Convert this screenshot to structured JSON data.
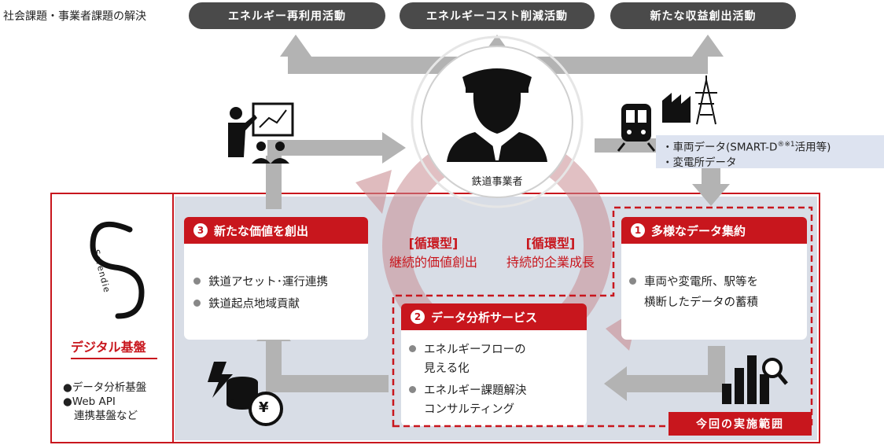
{
  "top": {
    "label": "社会課題・事業者課題の解決",
    "pills": [
      "エネルギー再利用活動",
      "エネルギーコスト削減活動",
      "新たな収益創出活動"
    ]
  },
  "operator": {
    "label": "鉄道事業者"
  },
  "data_sources": {
    "line1": "・車両データ(SMART-D",
    "sup": "®※1",
    "line1_end": "活用等)",
    "line2": "・変電所データ"
  },
  "platform": {
    "logo_text": "Serendie",
    "title": "デジタル基盤",
    "items": [
      "●データ分析基盤",
      "●Web API",
      "連携基盤など"
    ]
  },
  "cycle": {
    "tag1": "[循環型]",
    "text1": "継続的価値創出",
    "tag2": "[循環型]",
    "text2": "持続的企業成長"
  },
  "box1": {
    "num": "1",
    "title": "多様なデータ集約",
    "lines": [
      "車両や変電所、駅等を",
      "横断したデータの蓄積"
    ]
  },
  "box2": {
    "num": "2",
    "title": "データ分析サービス",
    "items": [
      "エネルギーフローの",
      "見える化",
      "エネルギー課題解決",
      "コンサルティング"
    ]
  },
  "box3": {
    "num": "3",
    "title": "新たな価値を創出",
    "items": [
      "鉄道アセット･運行連携",
      "鉄道起点地域貢献"
    ]
  },
  "scope": {
    "label": "今回の実施範囲"
  },
  "colors": {
    "accent": "#c8161d",
    "pill": "#4a4a4a",
    "panel": "#d8dde6",
    "arrow": "#b3b3b3"
  }
}
